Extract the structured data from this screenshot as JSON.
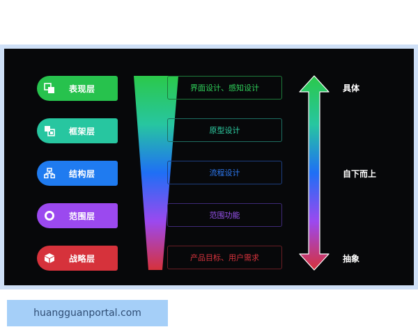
{
  "layers": [
    {
      "label": "表现层",
      "description": "界面设计、感知设计",
      "color": "#27c24d",
      "icon": "overlapping-squares-icon"
    },
    {
      "label": "框架层",
      "description": "原型设计",
      "color": "#27c6a0",
      "icon": "frame-blocks-icon"
    },
    {
      "label": "结构层",
      "description": "流程设计",
      "color": "#1f7bf0",
      "icon": "hierarchy-icon"
    },
    {
      "label": "范围层",
      "description": "范围功能",
      "color": "#9b49ef",
      "icon": "ring-icon"
    },
    {
      "label": "战略层",
      "description": "产品目标、用户需求",
      "color": "#d6323b",
      "icon": "cube-icon"
    }
  ],
  "axis": {
    "top": "具体",
    "middle": "自下而上",
    "bottom": "抽象"
  },
  "watermark": "huangguanportal.com",
  "colors": {
    "background": "#07080a",
    "frame": "#cfe0f7",
    "watermark_bg": "#a5cff8"
  }
}
